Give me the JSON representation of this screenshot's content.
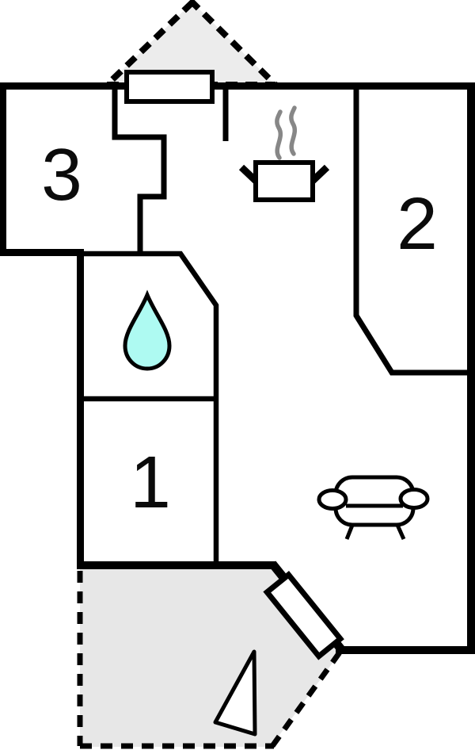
{
  "plan": {
    "title": "holiday-home-floor-plan",
    "rooms": [
      {
        "id": "room-1",
        "label": "1"
      },
      {
        "id": "room-2",
        "label": "2"
      },
      {
        "id": "room-3",
        "label": "3"
      }
    ],
    "icons": [
      "water-drop-icon",
      "cooking-pot-icon",
      "steam-icon",
      "sofa-icon",
      "door-leaf-icon",
      "window-icon",
      "terrace-triangle-icon"
    ],
    "colors": {
      "wall": "#000000",
      "background": "#ffffff",
      "terrace_fill": "#e7e7e7",
      "porch_fill": "#ececec",
      "water_drop_fill": "#aefaf2",
      "steam": "#878787"
    }
  }
}
